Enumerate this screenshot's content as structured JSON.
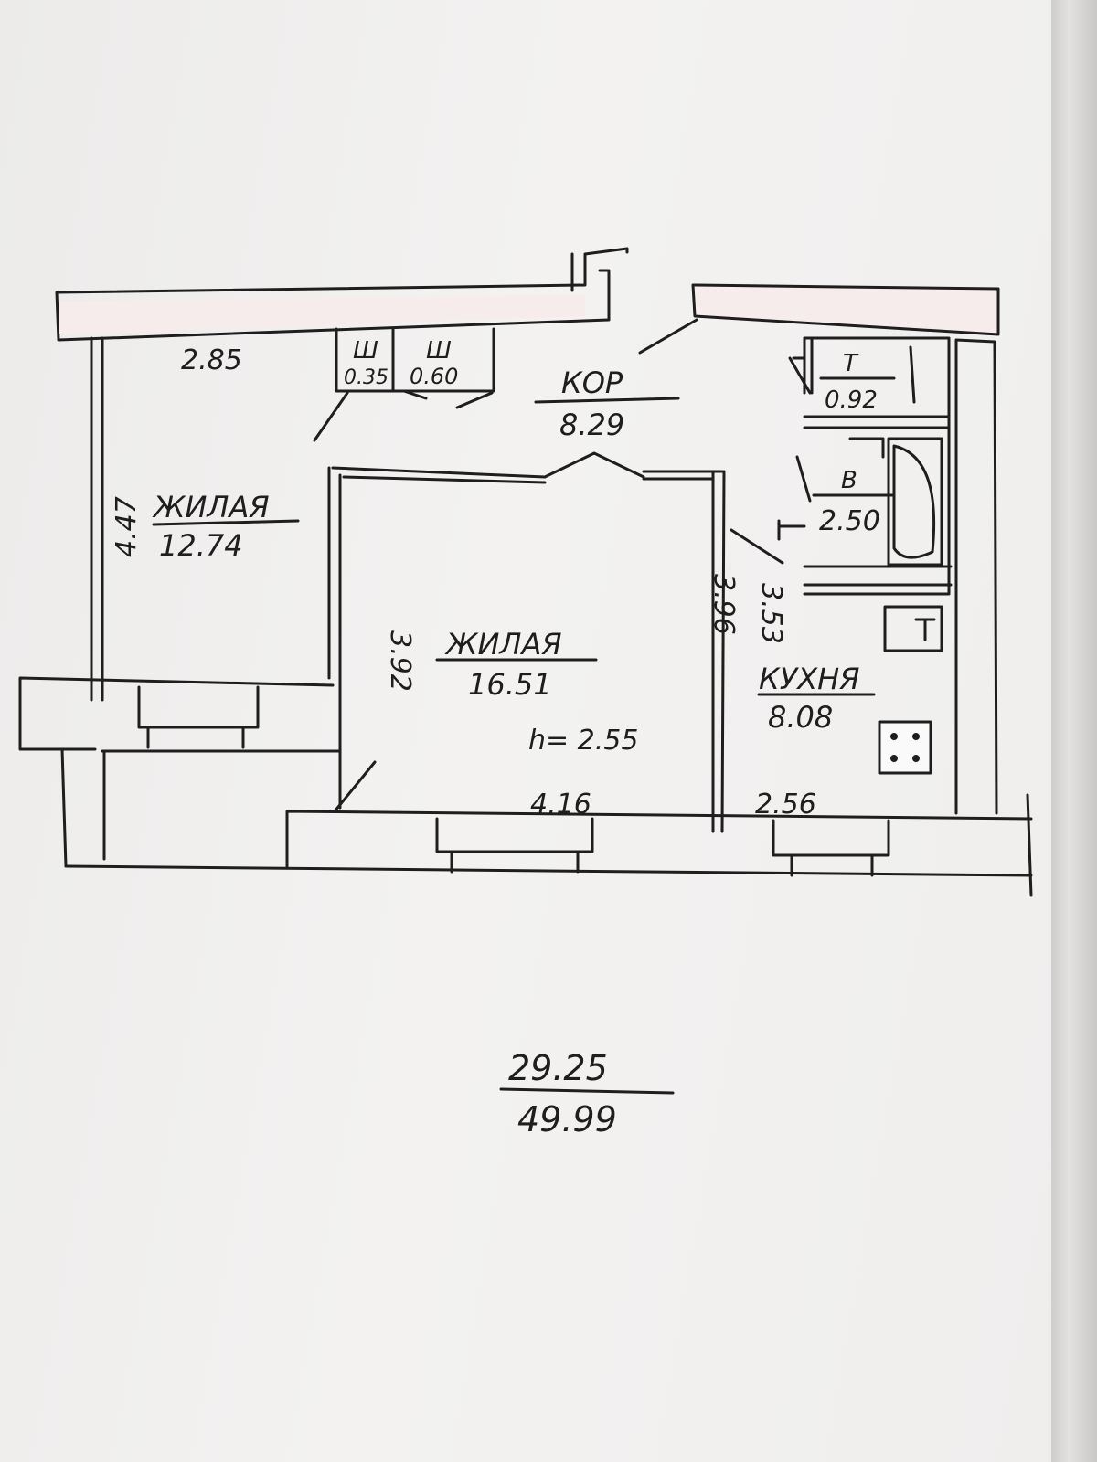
{
  "plan": {
    "rooms": [
      {
        "name": "ЖИЛАЯ",
        "area": "12.74"
      },
      {
        "name": "ЖИЛАЯ",
        "area": "16.51"
      },
      {
        "name": "КОР",
        "area": "8.29"
      },
      {
        "name": "КУХНЯ",
        "area": "8.08"
      },
      {
        "name": "Ш",
        "area": "0.35"
      },
      {
        "name": "Ш",
        "area": "0.60"
      },
      {
        "name": "Т",
        "area": "0.92"
      },
      {
        "name": "В",
        "area": "2.50"
      }
    ],
    "dimensions": {
      "room1_width": "2.85",
      "room1_depth": "4.47",
      "room2_depth_left": "3.92",
      "room2_depth_right": "3.96",
      "room2_width": "4.16",
      "kitchen_depth": "3.53",
      "kitchen_width": "2.56"
    },
    "ceiling_height": "h= 2.55",
    "totals": {
      "living": "29.25",
      "total": "49.99"
    }
  },
  "colors": {
    "ink": "#1e1e1e",
    "wall_fill": "#f6ecec",
    "paper": "#f1f0ef"
  }
}
